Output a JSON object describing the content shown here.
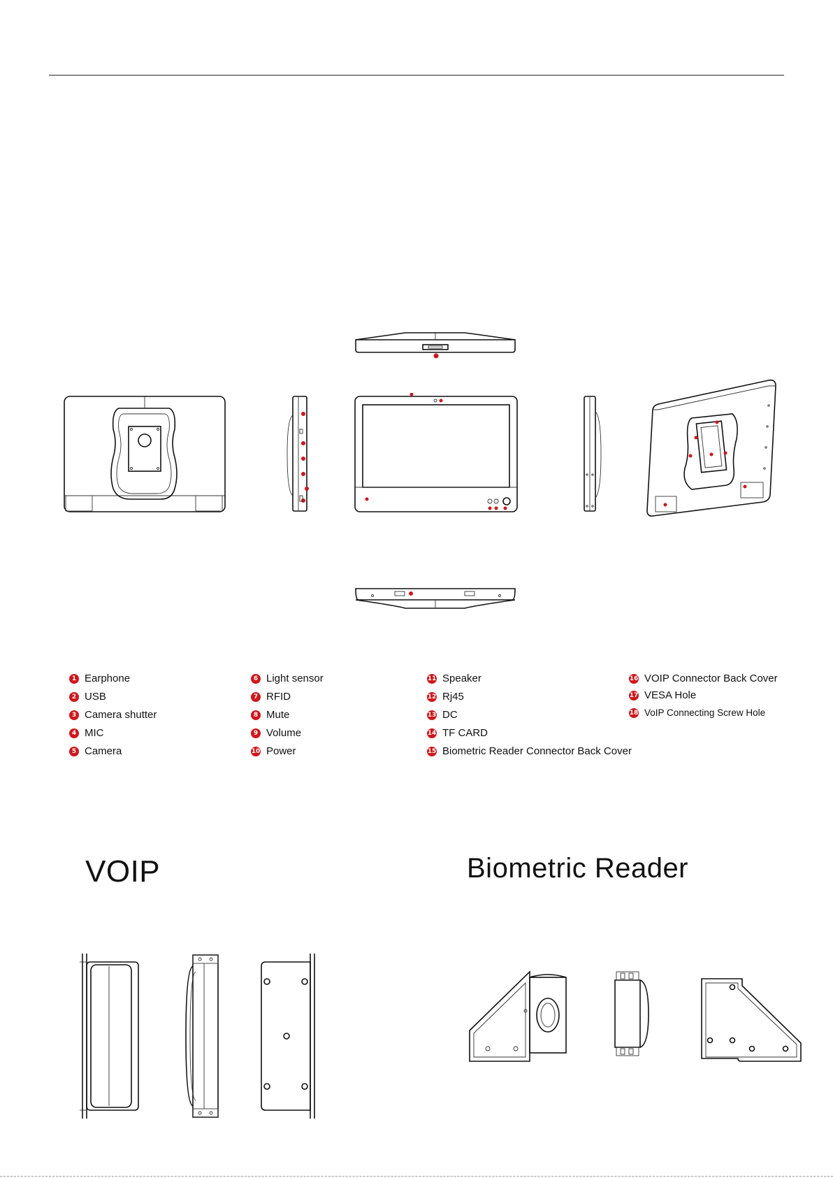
{
  "legend": [
    {
      "n": "1",
      "label": "Earphone"
    },
    {
      "n": "2",
      "label": "USB"
    },
    {
      "n": "3",
      "label": "Camera shutter"
    },
    {
      "n": "4",
      "label": "MIC"
    },
    {
      "n": "5",
      "label": "Camera"
    },
    {
      "n": "6",
      "label": "Light sensor"
    },
    {
      "n": "7",
      "label": "RFID"
    },
    {
      "n": "8",
      "label": "Mute"
    },
    {
      "n": "9",
      "label": "Volume"
    },
    {
      "n": "10",
      "label": "Power"
    },
    {
      "n": "11",
      "label": "Speaker"
    },
    {
      "n": "12",
      "label": "Rj45"
    },
    {
      "n": "13",
      "label": "DC"
    },
    {
      "n": "14",
      "label": "TF CARD"
    },
    {
      "n": "15",
      "label": "Biometric Reader Connector Back Cover"
    },
    {
      "n": "16",
      "label": "VOIP Connector Back Cover"
    },
    {
      "n": "17",
      "label": "VESA Hole"
    },
    {
      "n": "18",
      "label": "VoIP Connecting Screw Hole"
    }
  ],
  "sections": {
    "voip_title": "VOIP",
    "biometric_title": "Biometric Reader"
  },
  "colors": {
    "callout": "#d1161b",
    "line": "#111111"
  }
}
